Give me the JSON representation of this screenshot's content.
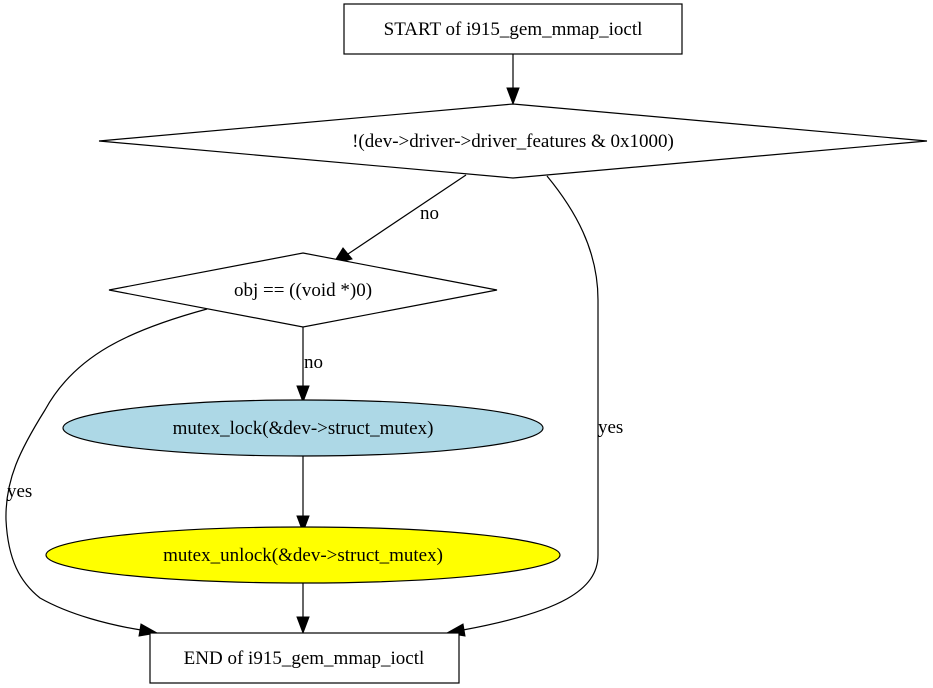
{
  "nodes": {
    "start": {
      "label": "START of i915_gem_mmap_ioctl"
    },
    "cond1": {
      "label": "!(dev->driver->driver_features & 0x1000)"
    },
    "cond2": {
      "label": "obj == ((void *)0)"
    },
    "lock": {
      "label": "mutex_lock(&dev->struct_mutex)",
      "fill": "#add8e6"
    },
    "unlock": {
      "label": "mutex_unlock(&dev->struct_mutex)",
      "fill": "#ffff00"
    },
    "end": {
      "label": "END of i915_gem_mmap_ioctl"
    }
  },
  "edges": {
    "cond1_no": "no",
    "cond1_yes": "yes",
    "cond2_no": "no",
    "cond2_yes": "yes"
  }
}
